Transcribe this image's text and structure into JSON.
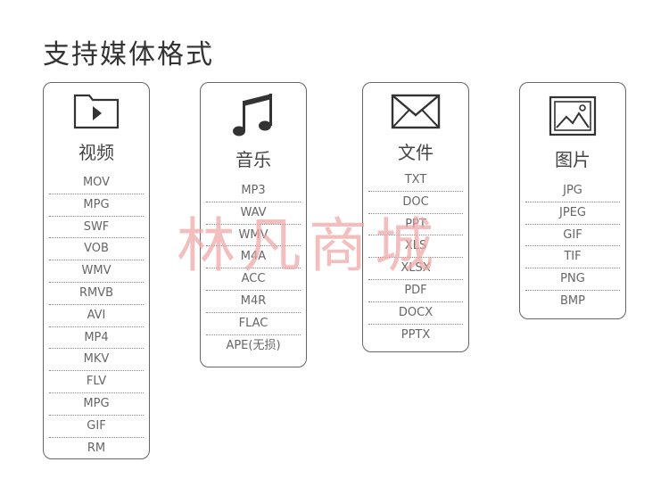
{
  "page": {
    "title": "支持媒体格式"
  },
  "cards": {
    "video": {
      "icon": "folder-play-icon",
      "label": "视频",
      "formats": [
        "MOV",
        "MPG",
        "SWF",
        "VOB",
        "WMV",
        "RMVB",
        "AVI",
        "MP4",
        "MKV",
        "FLV",
        "MPG",
        "GIF",
        "RM"
      ]
    },
    "music": {
      "icon": "music-note-icon",
      "label": "音乐",
      "formats": [
        "MP3",
        "WAV",
        "WMV",
        "M4A",
        "ACC",
        "M4R",
        "FLAC",
        "APE(无损)"
      ]
    },
    "document": {
      "icon": "envelope-icon",
      "label": "文件",
      "formats": [
        "TXT",
        "DOC",
        "PPT",
        "XLS",
        "XLSX",
        "PDF",
        "DOCX",
        "PPTX"
      ]
    },
    "image": {
      "icon": "picture-icon",
      "label": "图片",
      "formats": [
        "JPG",
        "JPEG",
        "GIF",
        "TIF",
        "PNG",
        "BMP"
      ]
    }
  },
  "watermark": {
    "text": "林凡商城",
    "color": "#f0a9a9"
  }
}
